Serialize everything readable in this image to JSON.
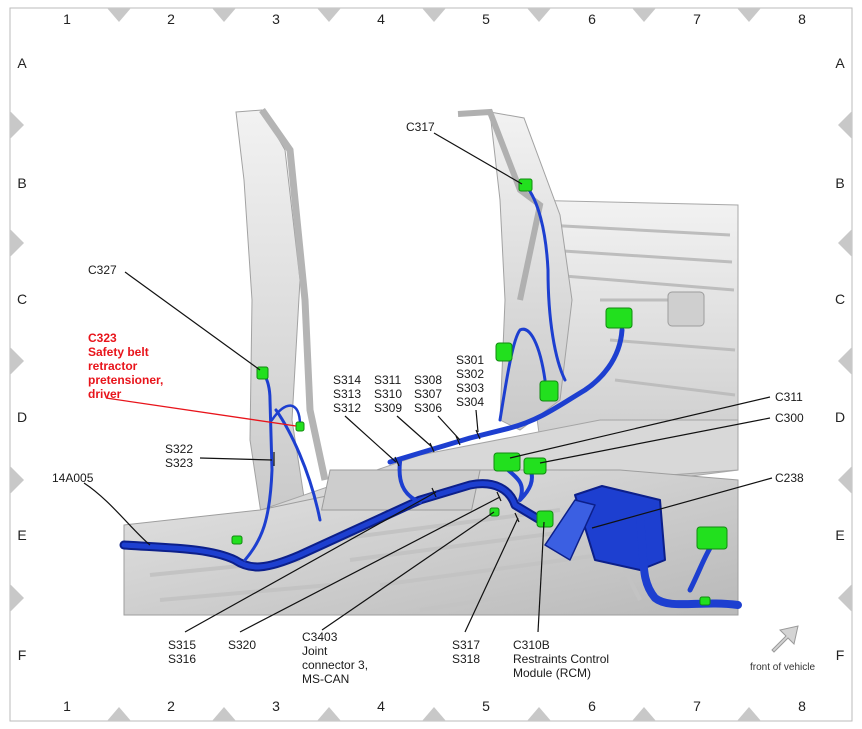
{
  "grid": {
    "columns": [
      "1",
      "2",
      "3",
      "4",
      "5",
      "6",
      "7",
      "8"
    ],
    "rows": [
      "A",
      "B",
      "C",
      "D",
      "E",
      "F"
    ]
  },
  "labels": {
    "c317": "C317",
    "c327": "C327",
    "c323": [
      "C323",
      "Safety belt",
      "retractor",
      "pretensioner,",
      "driver"
    ],
    "s322_group": [
      "S322",
      "S323"
    ],
    "s314_group": [
      "S314",
      "S313",
      "S312"
    ],
    "s311_group": [
      "S311",
      "S310",
      "S309"
    ],
    "s308_group": [
      "S308",
      "S307",
      "S306"
    ],
    "s301_group": [
      "S301",
      "S302",
      "S303",
      "S304"
    ],
    "c311": "C311",
    "c300": "C300",
    "c238": "C238",
    "harness_14a005": "14A005",
    "s315_group": [
      "S315",
      "S316"
    ],
    "s320": "S320",
    "c3403": [
      "C3403",
      "Joint",
      "connector 3,",
      "MS-CAN"
    ],
    "s317_group": [
      "S317",
      "S318"
    ],
    "c310b": [
      "C310B",
      "Restraints Control",
      "Module (RCM)"
    ],
    "front_of_vehicle": "front of vehicle"
  },
  "colors": {
    "harness": "#1d3fd0",
    "harness_dark": "#0c1f8a",
    "connector": "#22e01e",
    "highlight_label": "#e8141b",
    "body_panel": "#dedede",
    "grid_triangle": "#c8c8c8"
  }
}
